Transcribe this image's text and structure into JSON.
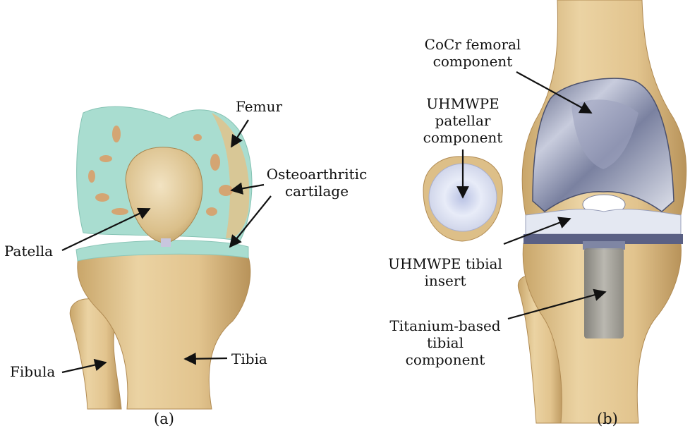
{
  "panel_a": {
    "labels": {
      "femur": "Femur",
      "oa_line1": "Osteoarthritic",
      "oa_line2": "cartilage",
      "patella": "Patella",
      "fibula": "Fibula",
      "tibia": "Tibia"
    },
    "caption": "(a)"
  },
  "panel_b": {
    "labels": {
      "cocr_line1": "CoCr femoral",
      "cocr_line2": "component",
      "pat_line1": "UHMWPE",
      "pat_line2": "patellar",
      "pat_line3": "component",
      "tib_ins_line1": "UHMWPE tibial",
      "tib_ins_line2": "insert",
      "ti_line1": "Titanium-based",
      "ti_line2": "tibial",
      "ti_line3": "component"
    },
    "caption": "(b)"
  },
  "colors": {
    "bone": "#E8CC98",
    "bone_shadow": "#C9A66A",
    "cartilage": "#A9DDD0",
    "lesion": "#D9A06A",
    "metal": "#8C93AE",
    "poly": "#E4E8F2",
    "titanium": "#9A9A98"
  }
}
